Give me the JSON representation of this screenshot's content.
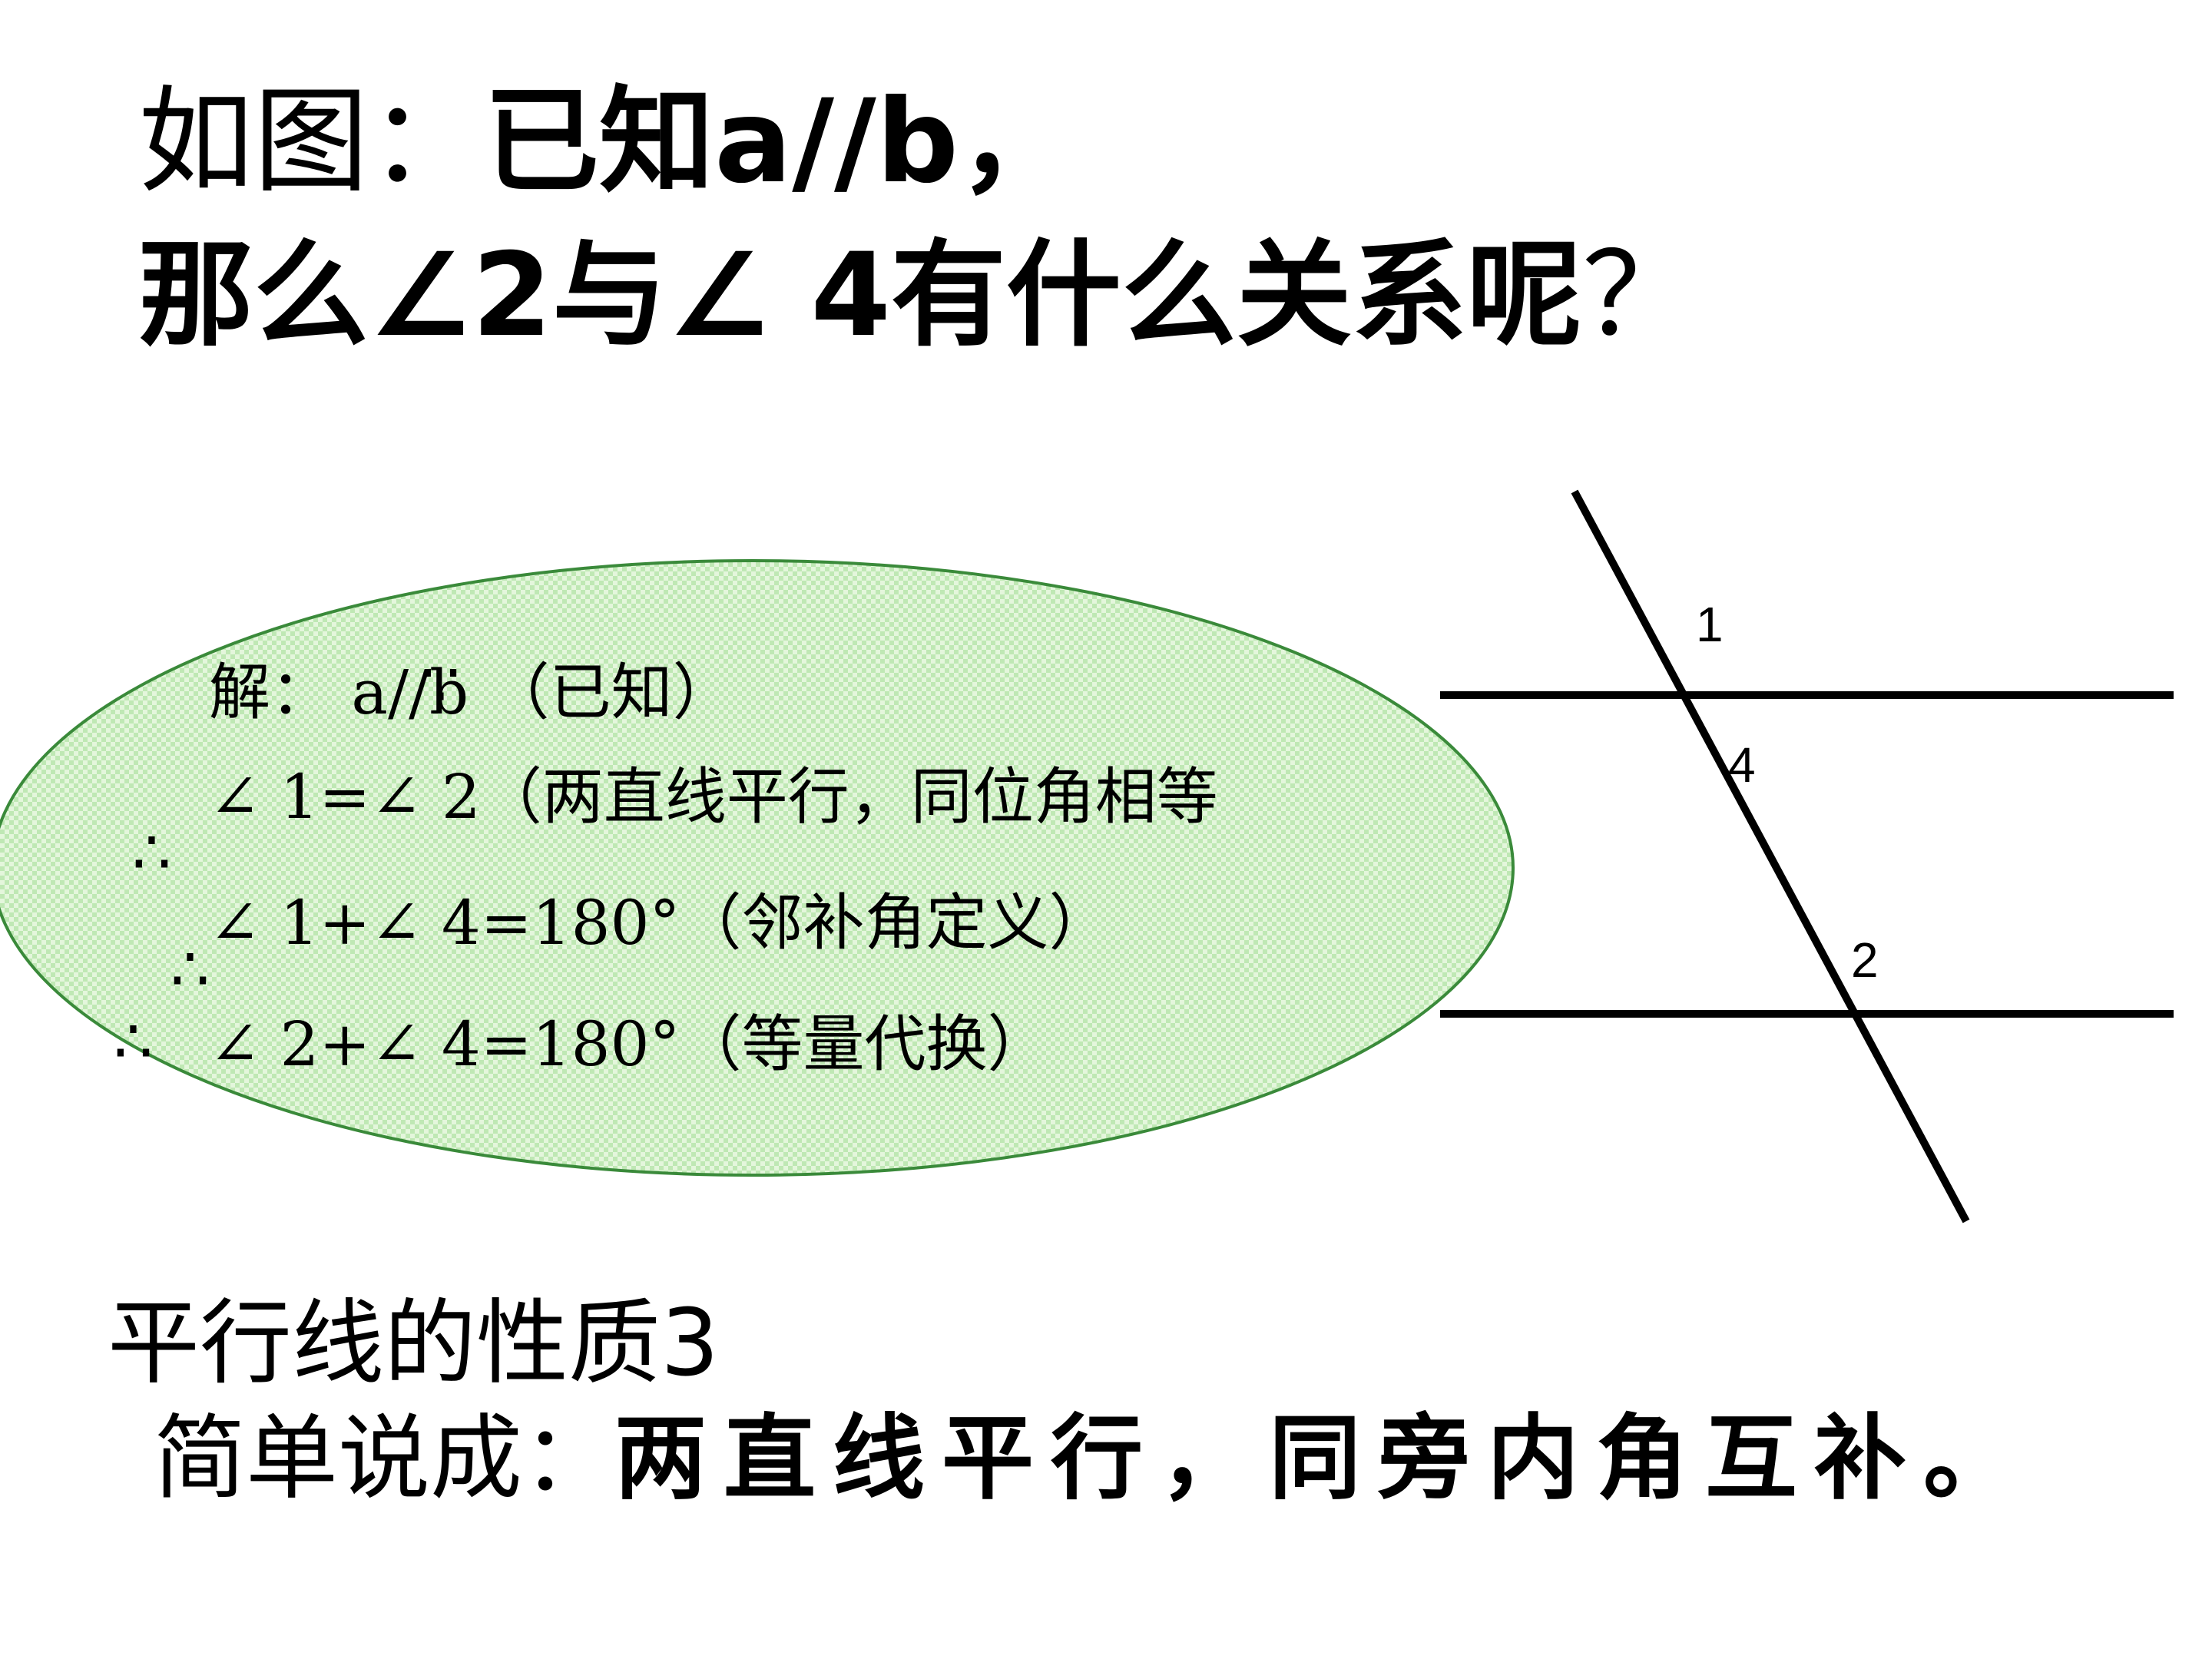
{
  "title": {
    "line1_prefix": "如图：",
    "line1_bold": "已知a//b，",
    "line2_bold": "那么∠2与∠ 4有什么关系呢",
    "line2_suffix": "？"
  },
  "figure": {
    "line_color": "#000000",
    "labels": {
      "angle1": "1",
      "angle4": "4",
      "angle2": "2"
    }
  },
  "proof": {
    "ellipse_fill": "#d8f2d0",
    "ellipse_stroke": "#3a8a3a",
    "because_mark": "∵",
    "therefore_mark": "∴",
    "line1": "解：     a//b （已知）",
    "line2": "∠ 1=∠ 2（两直线平行，同位角相等",
    "line3": "∠ 1+∠ 4=180°（邻补角定义）",
    "line4": "∠ 2+∠ 4=180°（等量代换）"
  },
  "property": {
    "title": "平行线的性质3",
    "summary_prefix": "简单说成：",
    "summary_bold": "两直线平行，同旁内角互补。"
  }
}
